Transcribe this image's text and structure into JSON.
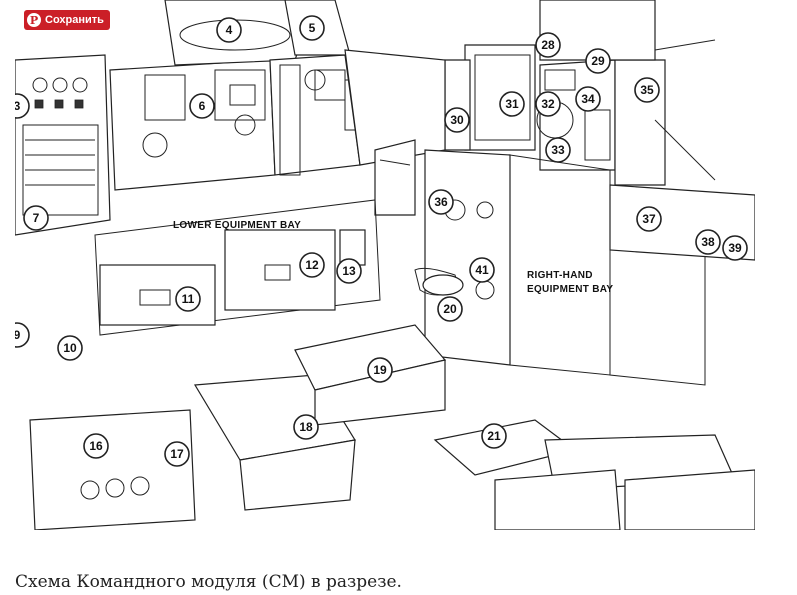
{
  "pin_button": {
    "label": "Сохранить",
    "icon": "pinterest-icon"
  },
  "figure": {
    "bay_labels": {
      "lower": "LOWER EQUIPMENT BAY",
      "right_1": "RIGHT-HAND",
      "right_2": "EQUIPMENT BAY"
    },
    "callouts": [
      "3",
      "4",
      "5",
      "6",
      "7",
      "9",
      "10",
      "11",
      "12",
      "13",
      "16",
      "17",
      "18",
      "19",
      "20",
      "21",
      "28",
      "29",
      "30",
      "31",
      "32",
      "33",
      "34",
      "35",
      "36",
      "37",
      "38",
      "39",
      "41"
    ]
  },
  "caption": "Схема Командного модуля (СМ) в разрезе."
}
